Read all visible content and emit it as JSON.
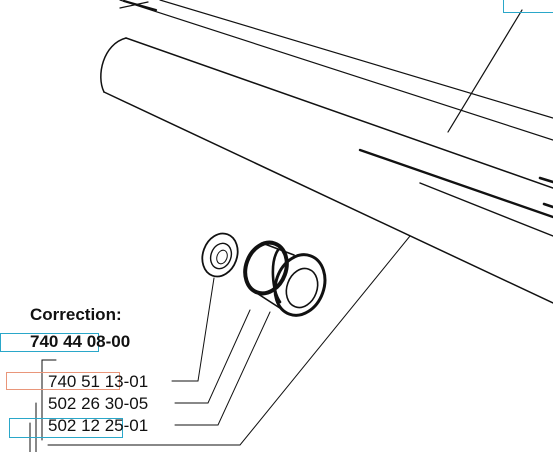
{
  "correction": {
    "heading": "Correction:",
    "part_number": "740 44 08-00"
  },
  "part_labels": [
    {
      "text": "740 51 13-01"
    },
    {
      "text": "502 26 30-05"
    },
    {
      "text": "502 12 25-01"
    }
  ],
  "colors": {
    "line": "#111111",
    "highlight_cyan": "#2aa7c9",
    "highlight_salmon": "#e9967a"
  }
}
